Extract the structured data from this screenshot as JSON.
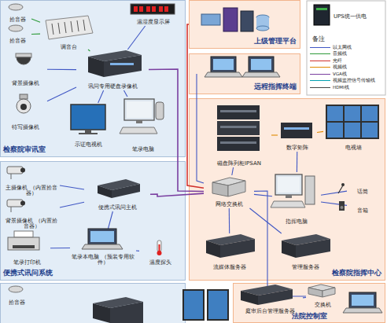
{
  "diagram": {
    "nodes": [
      {
        "text": [
          "检察院审讯室"
        ]
      },
      {
        "text": [
          "拾音器"
        ],
        "in": 0
      },
      {
        "text": [
          "拾音器"
        ],
        "in": 0
      },
      {
        "text": [
          "调音台"
        ],
        "in": 0
      },
      {
        "text": [
          "温湿度显示屏"
        ],
        "in": 0
      },
      {
        "text": [
          "背景摄像机"
        ],
        "in": 0
      },
      {
        "text": [
          "讯问专用硬盘录像机"
        ],
        "in": 0
      },
      {
        "text": [
          "特写摄像机"
        ],
        "in": 0
      },
      {
        "text": [
          "示证电视机"
        ],
        "in": 0
      },
      {
        "text": [
          "笔录电脑"
        ],
        "in": 0
      },
      {
        "text": [
          "上级管理平台"
        ]
      },
      {
        "text": [
          "远程指挥终端"
        ]
      },
      {
        "text": [
          "检察院指挥中心"
        ]
      },
      {
        "text": [
          "磁盘阵列柜IPSAN"
        ],
        "in": 12
      },
      {
        "text": [
          "数字矩阵"
        ],
        "in": 12
      },
      {
        "text": [
          "电视墙"
        ],
        "in": 12
      },
      {
        "text": [
          "网络交换机"
        ],
        "in": 12
      },
      {
        "text": [
          "话筒"
        ],
        "in": 12
      },
      {
        "text": [
          "音箱"
        ],
        "in": 12
      },
      {
        "text": [
          "指挥电脑"
        ],
        "in": 12
      },
      {
        "text": [
          "流媒体服务器"
        ],
        "in": 12
      },
      {
        "text": [
          "管理服务器"
        ],
        "in": 12
      },
      {
        "text": [
          "便携式讯问系统"
        ]
      },
      {
        "text": [
          "主摄像机 （内置拾音器）"
        ],
        "in": 22
      },
      {
        "text": [
          "背景摄像机 （内置拾音器）"
        ],
        "in": 22
      },
      {
        "text": [
          "便携式讯问主机"
        ],
        "in": 22
      },
      {
        "text": [
          "笔录打印机"
        ],
        "in": 22
      },
      {
        "text": [
          "笔录本电脑 （预装专用软件）"
        ],
        "in": 22
      },
      {
        "text": [
          "温度探头"
        ],
        "in": 22
      },
      {
        "text": [
          "拾音器"
        ]
      },
      {
        "text": [
          "法院控制室"
        ]
      },
      {
        "text": [
          "庭审后台管理服务器"
        ],
        "in": 30
      },
      {
        "text": [
          "交换机"
        ],
        "in": 30
      }
    ],
    "edges": [
      {
        "from": 1,
        "to": 3,
        "arrow": "none"
      },
      {
        "from": 2,
        "to": 3,
        "arrow": "none"
      },
      {
        "from": 3,
        "to": 6,
        "arrow": "none"
      },
      {
        "from": 4,
        "to": 6,
        "arrow": "none"
      },
      {
        "from": 5,
        "to": 6,
        "arrow": "none"
      },
      {
        "from": 7,
        "to": 6,
        "arrow": "none"
      },
      {
        "from": 6,
        "to": 8,
        "arrow": "none"
      },
      {
        "from": 9,
        "to": 6,
        "arrow": "none"
      },
      {
        "from": 6,
        "to": 16,
        "arrow": "none"
      },
      {
        "from": 10,
        "to": 16,
        "arrow": "none"
      },
      {
        "from": 11,
        "to": 16,
        "arrow": "none"
      },
      {
        "from": 13,
        "to": 16,
        "arrow": "none"
      },
      {
        "from": 13,
        "to": 14,
        "arrow": "none"
      },
      {
        "from": 14,
        "to": 15,
        "arrow": "none"
      },
      {
        "from": 19,
        "to": 14,
        "arrow": "none"
      },
      {
        "from": 19,
        "to": 17,
        "arrow": "none"
      },
      {
        "from": 19,
        "to": 18,
        "arrow": "none"
      },
      {
        "from": 16,
        "to": 19,
        "arrow": "none"
      },
      {
        "from": 16,
        "to": 20,
        "arrow": "none"
      },
      {
        "from": 16,
        "to": 21,
        "arrow": "none"
      },
      {
        "from": 23,
        "to": 25,
        "arrow": "none"
      },
      {
        "from": 24,
        "to": 25,
        "arrow": "none"
      },
      {
        "from": 25,
        "to": 27,
        "arrow": "none"
      },
      {
        "from": 26,
        "to": 27,
        "arrow": "none"
      },
      {
        "from": 28,
        "to": 27,
        "arrow": "none"
      },
      {
        "from": 25,
        "to": 16,
        "arrow": "none"
      },
      {
        "from": 16,
        "to": 32,
        "arrow": "none"
      },
      {
        "from": 31,
        "to": 32,
        "arrow": "none"
      }
    ],
    "labels": [
      "UPS统一供电",
      "备注"
    ],
    "legend": [
      {
        "text": "以太网线"
      },
      {
        "text": "音频线"
      },
      {
        "text": "光纤"
      },
      {
        "text": "视频线"
      },
      {
        "text": "VGA线"
      },
      {
        "text": "视频监控信号传输线"
      },
      {
        "text": "HDMI线"
      }
    ]
  }
}
